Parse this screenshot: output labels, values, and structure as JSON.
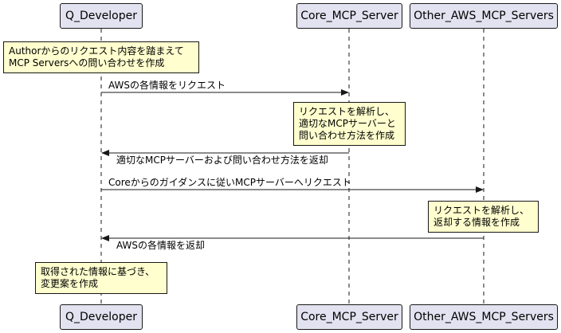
{
  "participants": {
    "q_developer": "Q_Developer",
    "core_mcp": "Core_MCP_Server",
    "other_aws_mcp": "Other_AWS_MCP_Servers"
  },
  "notes": {
    "note1_line1": "Authorからのリクエスト内容を踏まえて",
    "note1_line2": "MCP Serversへの問い合わせを作成",
    "note2_line1": "リクエストを解析し、",
    "note2_line2": "適切なMCPサーバーと",
    "note2_line3": "問い合わせ方法を作成",
    "note3_line1": "リクエストを解析し、",
    "note3_line2": "返却する情報を作成",
    "note4_line1": "取得された情報に基づき、",
    "note4_line2": "変更案を作成"
  },
  "messages": {
    "msg1": "AWSの各情報をリクエスト",
    "msg2": "適切なMCPサーバーおよび問い合わせ方法を返却",
    "msg3": "Coreからのガイダンスに従いMCPサーバーへリクエスト",
    "msg4": "AWSの各情報を返却"
  },
  "colors": {
    "participant_fill": "#e2e2f0",
    "note_fill": "#fefece",
    "line": "#181818"
  }
}
